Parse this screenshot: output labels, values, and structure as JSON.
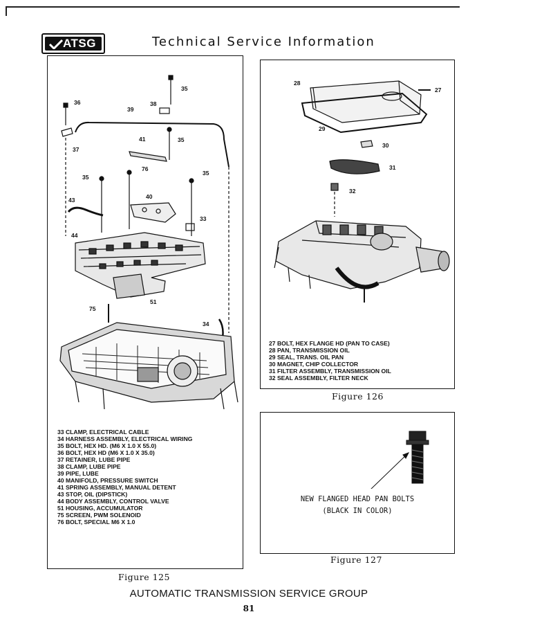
{
  "header": {
    "logo_text": "ATSG",
    "title": "Technical Service Information"
  },
  "figure125": {
    "caption": "Figure 125",
    "callouts": [
      "36",
      "35",
      "38",
      "39",
      "37",
      "41",
      "35",
      "76",
      "35",
      "35",
      "40",
      "43",
      "33",
      "44",
      "51",
      "75",
      "34"
    ],
    "legend": [
      "33  CLAMP, ELECTRICAL CABLE",
      "34  HARNESS ASSEMBLY, ELECTRICAL WIRING",
      "35  BOLT, HEX HD. (M6 X 1.0 X 55.0)",
      "36  BOLT, HEX HD (M6 X 1.0 X 35.0)",
      "37  RETAINER, LUBE PIPE",
      "38  CLAMP, LUBE PIPE",
      "39  PIPE, LUBE",
      "40  MANIFOLD, PRESSURE SWITCH",
      "41  SPRING ASSEMBLY, MANUAL DETENT",
      "43  STOP, OIL (DIPSTICK)",
      "44  BODY ASSEMBLY, CONTROL VALVE",
      "51  HOUSING, ACCUMULATOR",
      "75  SCREEN, PWM SOLENOID",
      "76  BOLT, SPECIAL M6 X 1.0"
    ]
  },
  "figure126": {
    "caption": "Figure 126",
    "callouts": [
      "28",
      "27",
      "29",
      "30",
      "31",
      "32"
    ],
    "legend": [
      "27  BOLT, HEX FLANGE HD (PAN TO CASE)",
      "28  PAN, TRANSMISSION OIL",
      "29  SEAL, TRANS. OIL PAN",
      "30  MAGNET, CHIP COLLECTOR",
      "31  FILTER ASSEMBLY, TRANSMISSION OIL",
      "32  SEAL ASSEMBLY, FILTER NECK"
    ]
  },
  "figure127": {
    "caption": "Figure 127",
    "note_line1": "NEW FLANGED HEAD PAN BOLTS",
    "note_line2": "(BLACK IN COLOR)"
  },
  "footer": {
    "org": "AUTOMATIC TRANSMISSION SERVICE GROUP",
    "page": "81"
  }
}
